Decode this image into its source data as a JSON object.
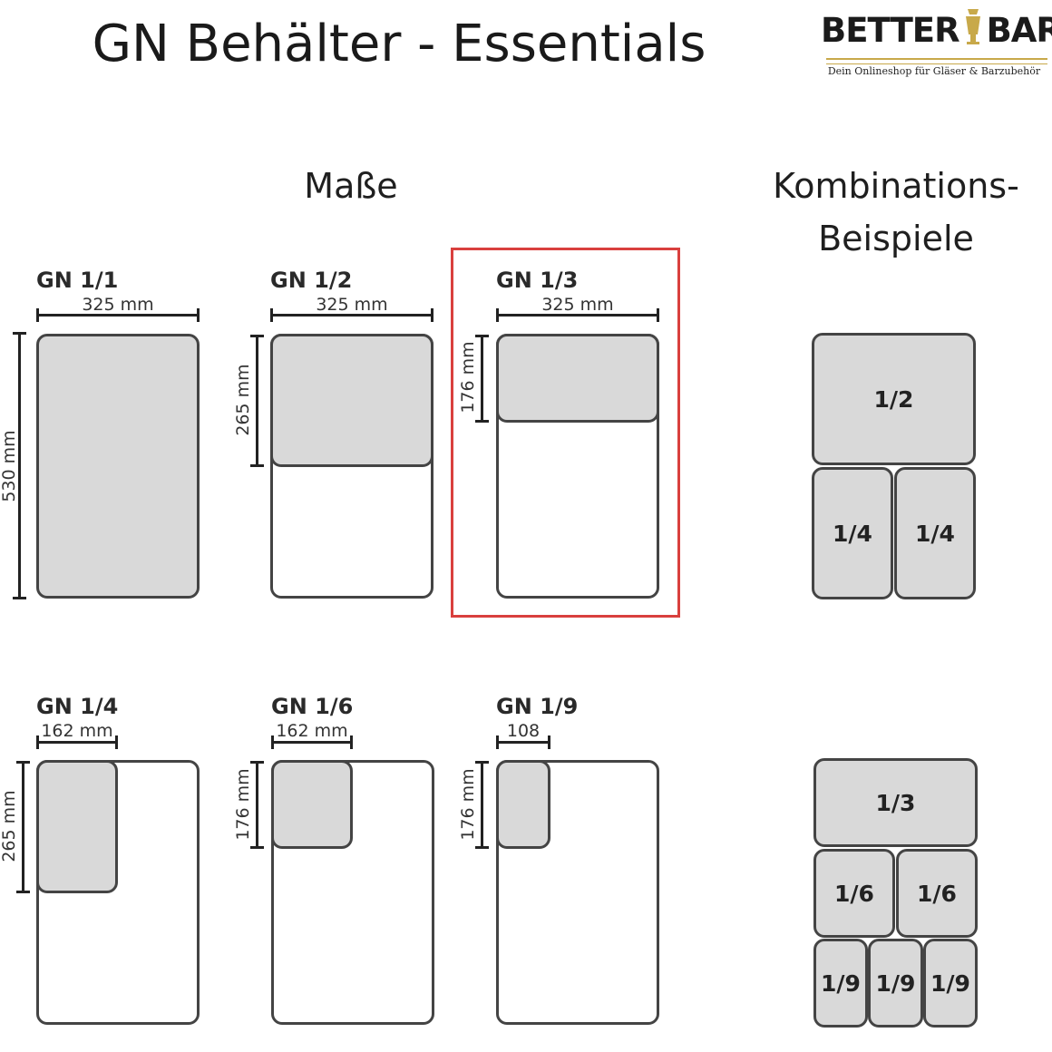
{
  "title": "GN Behälter - Essentials",
  "logo": {
    "left": "BETTER",
    "right": "BAR",
    "tagline": "Dein Onlineshop für Gläser & Barzubehör"
  },
  "headings": {
    "measures": "Maße",
    "combos_line1": "Kombinations-",
    "combos_line2": "Beispiele"
  },
  "sizes": {
    "gn11": {
      "label": "GN 1/1",
      "width": "325 mm",
      "height": "530 mm"
    },
    "gn12": {
      "label": "GN 1/2",
      "width": "325 mm",
      "height": "265 mm"
    },
    "gn13": {
      "label": "GN 1/3",
      "width": "325 mm",
      "height": "176 mm"
    },
    "gn14": {
      "label": "GN 1/4",
      "width": "162 mm",
      "height": "265 mm"
    },
    "gn16": {
      "label": "GN 1/6",
      "width": "162 mm",
      "height": "176 mm"
    },
    "gn19": {
      "label": "GN 1/9",
      "width": "108",
      "height": "176 mm"
    }
  },
  "combo1": [
    "1/2",
    "1/4",
    "1/4"
  ],
  "combo2": [
    "1/3",
    "1/6",
    "1/6",
    "1/9",
    "1/9",
    "1/9"
  ],
  "colors": {
    "fill": "#d9d9d9",
    "outline": "#444444",
    "highlight": "#d9403e",
    "logo_gold": "#c8a94a"
  }
}
